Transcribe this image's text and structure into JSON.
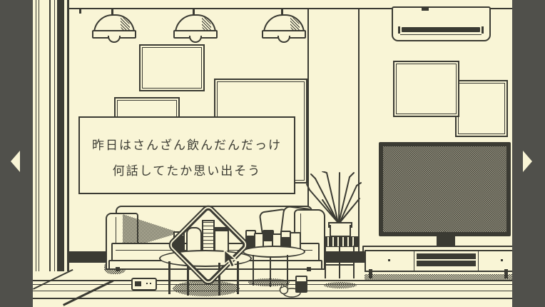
{
  "palette": {
    "cream": "#f9f5d6",
    "ink": "#3b3b33",
    "band": "#50504b",
    "screen_dark": "#454538",
    "screen_light": "#9b9889"
  },
  "dialog": {
    "line1": "昨日はさんざん飲んだんだっけ",
    "line2": "何話してたか思い出そう"
  },
  "nav": {
    "left_icon": "chevron-left",
    "right_icon": "chevron-right"
  },
  "cursor": {
    "selector": "diamond-selector",
    "pointer": "arrow-pointer"
  },
  "scene": {
    "room": "living-room",
    "objects": [
      "pendant-lamps",
      "air-conditioner",
      "picture-frames",
      "sofa",
      "blanket",
      "cushions",
      "coffee-table-with-drinks",
      "side-table-with-cans",
      "potted-plant",
      "tv",
      "tv-stand",
      "handheld-console",
      "cat",
      "drink-can"
    ]
  }
}
